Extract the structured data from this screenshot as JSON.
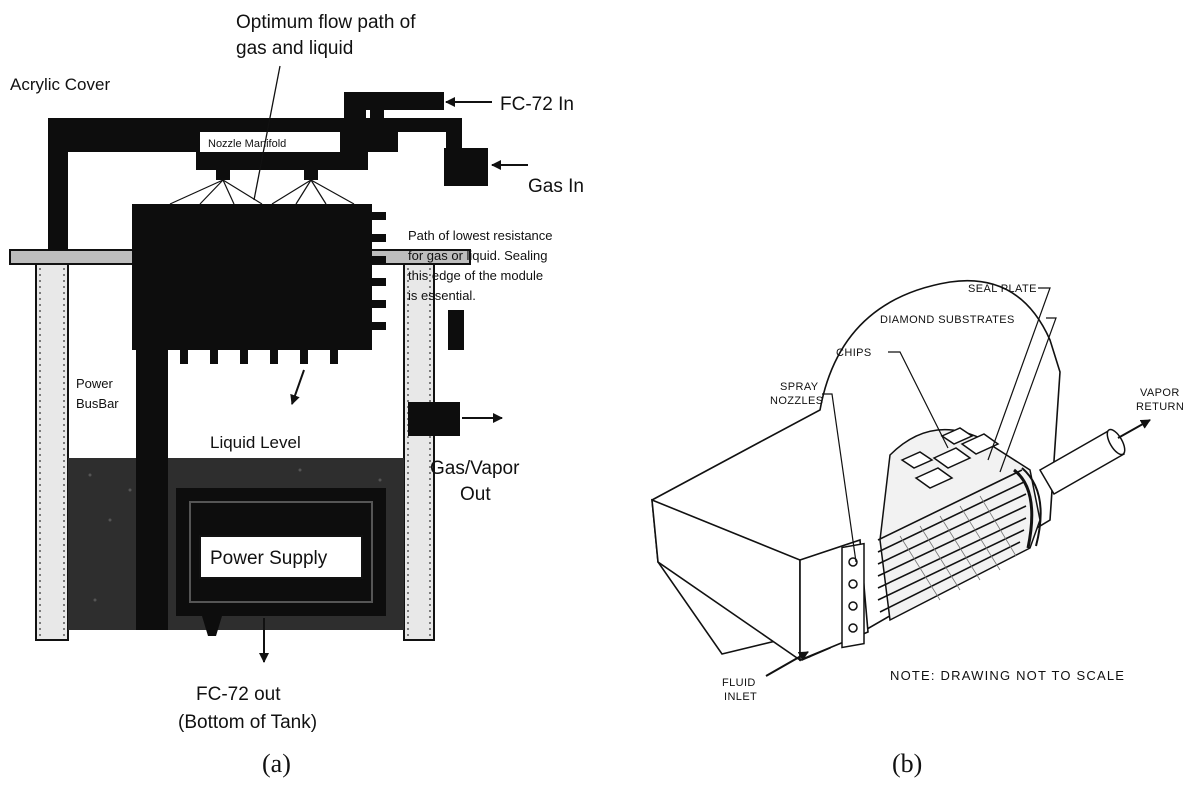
{
  "panel_a": {
    "caption": "(a)",
    "labels": {
      "optimum_flow_1": "Optimum flow path of",
      "optimum_flow_2": "gas and liquid",
      "acrylic_cover": "Acrylic Cover",
      "fc72_in": "FC-72 In",
      "nozzle_manifold": "Nozzle Manifold",
      "gas_in": "Gas In",
      "path_1": "Path of lowest resistance",
      "path_2": "for gas or liquid.  Sealing",
      "path_3": "this edge of the module",
      "path_4": "is essential.",
      "power_busbar_1": "Power",
      "power_busbar_2": "BusBar",
      "liquid_level": "Liquid Level",
      "gas_vapor_out_1": "Gas/Vapor",
      "gas_vapor_out_2": "Out",
      "power_supply": "Power Supply",
      "fc72_out_1": "FC-72 out",
      "fc72_out_2": "(Bottom of Tank)"
    }
  },
  "panel_b": {
    "caption": "(b)",
    "labels": {
      "seal_plate": "SEAL PLATE",
      "diamond_substrates": "DIAMOND SUBSTRATES",
      "chips": "CHIPS",
      "spray_nozzles_1": "SPRAY",
      "spray_nozzles_2": "NOZZLES",
      "vapor_return_1": "VAPOR",
      "vapor_return_2": "RETURN",
      "fluid_inlet_1": "FLUID",
      "fluid_inlet_2": "INLET",
      "note": "NOTE:  DRAWING  NOT  TO  SCALE"
    }
  },
  "colors": {
    "ink": "#111111",
    "liquid": "#3a3a3a",
    "white": "#ffffff",
    "grey": "#d9d9d9"
  }
}
